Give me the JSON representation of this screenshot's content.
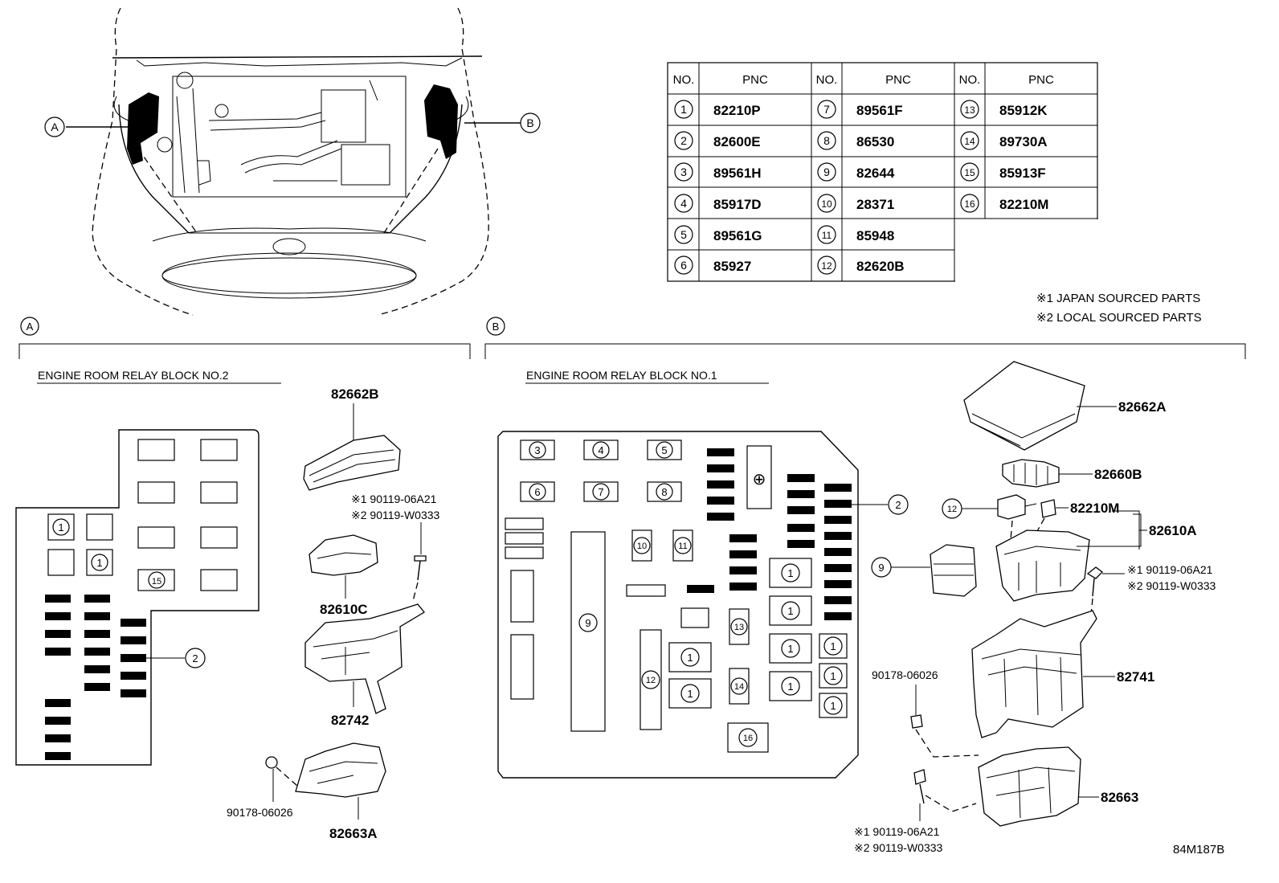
{
  "callouts": {
    "section_a": "A",
    "section_b": "B"
  },
  "pnc_table": {
    "header_no": "NO.",
    "header_pnc": "PNC",
    "rows": [
      {
        "no": "1",
        "pnc": "82210P"
      },
      {
        "no": "2",
        "pnc": "82600E"
      },
      {
        "no": "3",
        "pnc": "89561H"
      },
      {
        "no": "4",
        "pnc": "85917D"
      },
      {
        "no": "5",
        "pnc": "89561G"
      },
      {
        "no": "6",
        "pnc": "85927"
      },
      {
        "no": "7",
        "pnc": "89561F"
      },
      {
        "no": "8",
        "pnc": "86530"
      },
      {
        "no": "9",
        "pnc": "82644"
      },
      {
        "no": "10",
        "pnc": "28371"
      },
      {
        "no": "11",
        "pnc": "85948"
      },
      {
        "no": "12",
        "pnc": "82620B"
      },
      {
        "no": "13",
        "pnc": "85912K"
      },
      {
        "no": "14",
        "pnc": "89730A"
      },
      {
        "no": "15",
        "pnc": "85913F"
      },
      {
        "no": "16",
        "pnc": "82210M"
      }
    ]
  },
  "notes": {
    "note1": "※1 JAPAN SOURCED PARTS",
    "note2": "※2 LOCAL SOURCED PARTS"
  },
  "section_a": {
    "title": "ENGINE ROOM RELAY BLOCK NO.2",
    "labels": {
      "cover": "82662B",
      "bolt1": "※1 90119-06A21",
      "bolt2": "※2 90119-W0333",
      "bracket": "82610C",
      "housing": "82742",
      "clip": "90178-06026",
      "lower_cover": "82663A"
    },
    "markers": {
      "one": "1",
      "two": "2",
      "fifteen": "15"
    }
  },
  "section_b": {
    "title": "ENGINE ROOM RELAY BLOCK NO.1",
    "labels": {
      "cover": "82662A",
      "fuse_puller": "82660B",
      "relay_item": "82210M",
      "block": "82610A",
      "bolt1": "※1 90119-06A21",
      "bolt2": "※2 90119-W0333",
      "clip": "90178-06026",
      "housing": "82741",
      "lower_cover": "82663",
      "bolt1b": "※1 90119-06A21",
      "bolt2b": "※2 90119-W0333"
    },
    "markers": {
      "n1": "1",
      "n2": "2",
      "n3": "3",
      "n4": "4",
      "n5": "5",
      "n6": "6",
      "n7": "7",
      "n8": "8",
      "n9": "9",
      "n10": "10",
      "n11": "11",
      "n12": "12",
      "n13": "13",
      "n14": "14",
      "n16": "16",
      "plus": "⊕"
    }
  },
  "figure_code": "84M187B"
}
